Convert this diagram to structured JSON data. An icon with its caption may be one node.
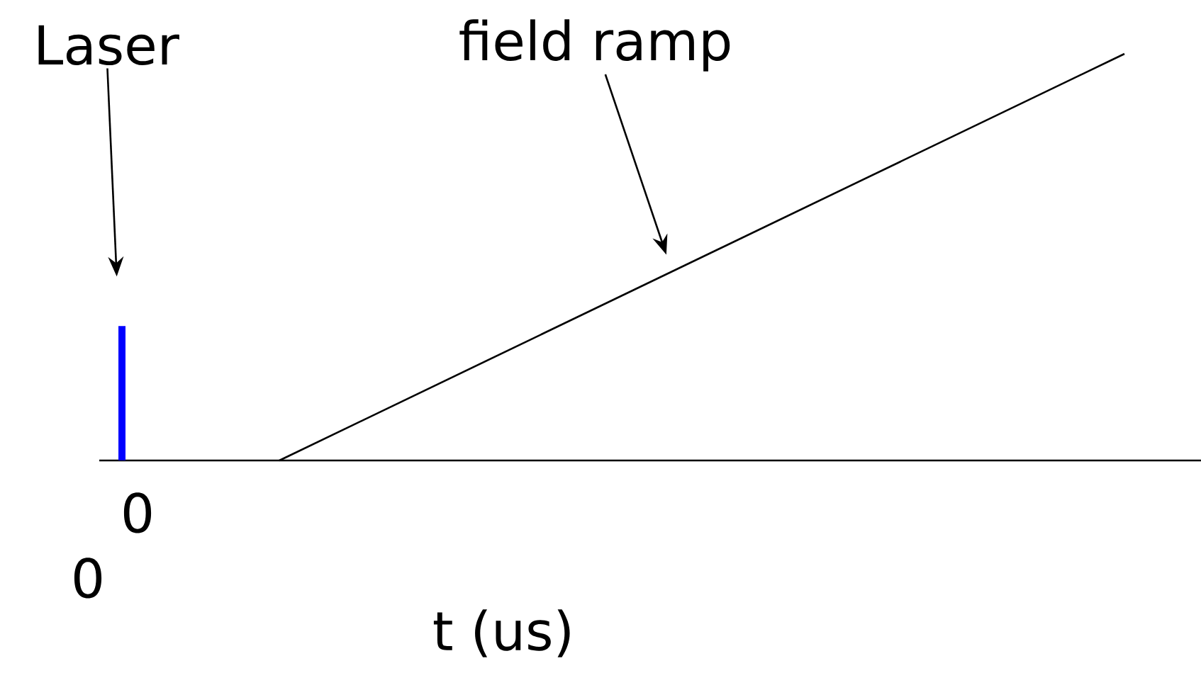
{
  "diagram": {
    "nodes": [
      {
        "text": [
          "Laser"
        ]
      },
      {
        "text": [],
        "shape": "bar"
      },
      {
        "text": [
          "field ramp"
        ]
      },
      {
        "text": [],
        "shape": "line"
      }
    ],
    "edges": [
      {
        "from": 0,
        "to": 1,
        "arrow": "to"
      },
      {
        "from": 2,
        "to": 3,
        "arrow": "to"
      }
    ],
    "labels": [
      "0",
      "0",
      "t (us)"
    ]
  }
}
